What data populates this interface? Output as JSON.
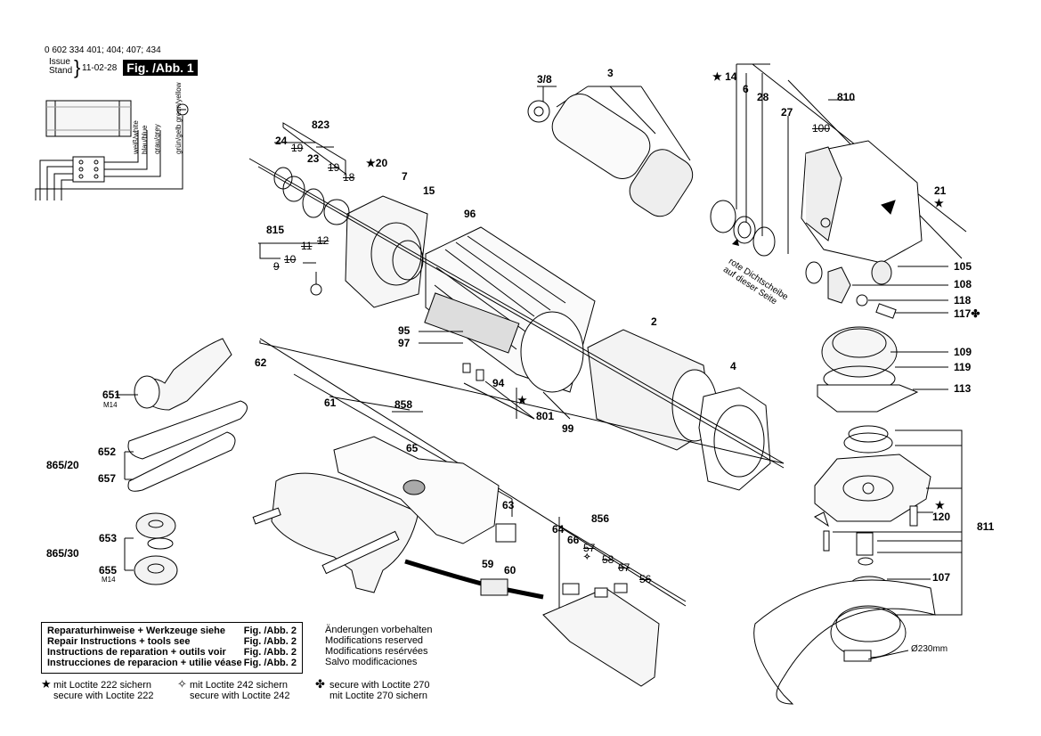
{
  "header": {
    "part_numbers": "0 602 334 401; 404; 407; 434",
    "issue_label": "Issue",
    "stand_label": "Stand",
    "issue_date": "11-02-28",
    "figure": "Fig. /Abb. 1"
  },
  "wiring": {
    "wires": [
      "weiß/white",
      "blau/blue",
      "grau/grey",
      "grün/gelb green/yellow"
    ]
  },
  "refs": {
    "r3_8": "3/8",
    "r3": "3",
    "r14": "14",
    "r6": "6",
    "r28": "28",
    "r810": "810",
    "r27": "27",
    "r100": "100",
    "r21": "21",
    "r105": "105",
    "r108": "108",
    "r118": "118",
    "r117": "117",
    "r109": "109",
    "r119": "119",
    "r113": "113",
    "r120": "120",
    "r811": "811",
    "r107": "107",
    "r823": "823",
    "r24": "24",
    "r19a": "19",
    "r23": "23",
    "r19b": "19",
    "r18": "18",
    "r20": "20",
    "r7": "7",
    "r15": "15",
    "r96": "96",
    "r815": "815",
    "r11": "11",
    "r12": "12",
    "r10": "10",
    "r9": "9",
    "r95": "95",
    "r97": "97",
    "r94": "94",
    "r801": "801",
    "r99": "99",
    "r2": "2",
    "r4": "4",
    "r62": "62",
    "r61": "61",
    "r858": "858",
    "r65": "65",
    "r63": "63",
    "r856": "856",
    "r64": "64",
    "r66": "66",
    "r57": "57",
    "r58": "58",
    "r67": "67",
    "r56": "56",
    "r59": "59",
    "r60": "60",
    "r651": "651",
    "r652": "652",
    "r865_20": "865/20",
    "r657": "657",
    "r653": "653",
    "r865_30": "865/30",
    "r655": "655",
    "m14a": "M14",
    "m14b": "M14",
    "diameter": "Ø230mm"
  },
  "seal_note": "rote Dichtscheibe auf dieser Seite",
  "instructions": [
    {
      "text": "Reparaturhinweise + Werkzeuge siehe",
      "ref": "Fig. /Abb. 2"
    },
    {
      "text": "Repair Instructions + tools see",
      "ref": "Fig. /Abb. 2"
    },
    {
      "text": "Instructions de reparation + outils voir",
      "ref": "Fig. /Abb. 2"
    },
    {
      "text": "Instrucciones de reparacion + utilie véase",
      "ref": "Fig. /Abb. 2"
    }
  ],
  "modifications": [
    "Änderungen vorbehalten",
    "Modifications reserved",
    "Modifications resérvées",
    "Salvo modificaciones"
  ],
  "legend": {
    "loctite222_de": "mit Loctite 222 sichern",
    "loctite222_en": "secure with Loctite 222",
    "loctite242_de": "mit Loctite 242 sichern",
    "loctite242_en": "secure with Loctite 242",
    "loctite270_en": "secure with Loctite 270",
    "loctite270_de": "mit Loctite 270 sichern"
  },
  "symbols": {
    "star": "★",
    "hollow_star": "✧",
    "clover": "✤"
  }
}
